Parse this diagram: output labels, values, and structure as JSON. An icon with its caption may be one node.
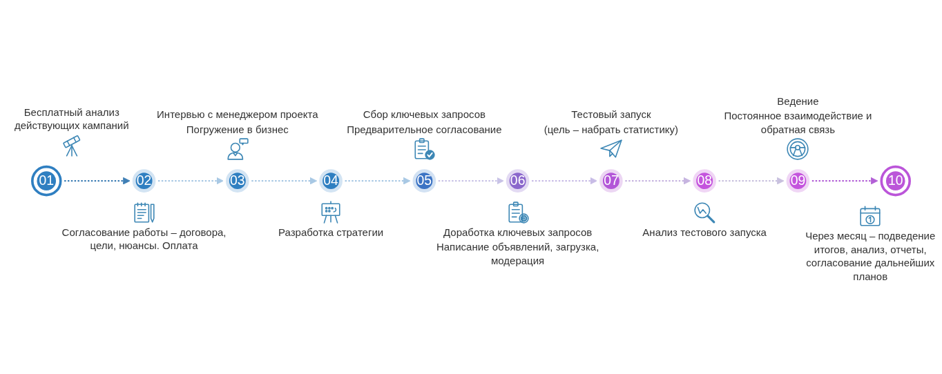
{
  "diagram": {
    "nodes": [
      {
        "text": [
          "01"
        ],
        "beside": [
          "Бесплатный анализ действующих кампаний"
        ]
      },
      {
        "text": [
          "02"
        ],
        "beside": [
          "Согласование работы – договора, цели, нюансы. Оплата"
        ]
      },
      {
        "text": [
          "03"
        ],
        "beside": [
          "Интервью с менеджером проекта",
          "Погружение в бизнес"
        ]
      },
      {
        "text": [
          "04"
        ],
        "beside": [
          "Разработка стратегии"
        ]
      },
      {
        "text": [
          "05"
        ],
        "beside": [
          "Сбор ключевых запросов",
          "Предварительное согласование"
        ]
      },
      {
        "text": [
          "06"
        ],
        "beside": [
          "Доработка ключевых запросов",
          "Написание объявлений, загрузка, модерация"
        ]
      },
      {
        "text": [
          "07"
        ],
        "beside": [
          "Тестовый запуск",
          "(цель – набрать статистику)"
        ]
      },
      {
        "text": [
          "08"
        ],
        "beside": [
          "Анализ тестового запуска"
        ]
      },
      {
        "text": [
          "09"
        ],
        "beside": [
          "Ведение",
          "Постоянное взаимодействие и обратная связь"
        ]
      },
      {
        "text": [
          "10"
        ],
        "beside": [
          "Через месяц – подведение итогов, анализ, отчеты, согласование дальнейших планов"
        ]
      }
    ],
    "edges": [
      {
        "from": 0,
        "to": 1,
        "arrow": "to",
        "style": "dashed",
        "color": "#3f7fb5"
      },
      {
        "from": 1,
        "to": 2,
        "arrow": "to",
        "style": "dashed",
        "color": "#a8c8e4"
      },
      {
        "from": 2,
        "to": 3,
        "arrow": "to",
        "style": "dashed",
        "color": "#a8c8e4"
      },
      {
        "from": 3,
        "to": 4,
        "arrow": "to",
        "style": "dashed",
        "color": "#a8c8e4"
      },
      {
        "from": 4,
        "to": 5,
        "arrow": "to",
        "style": "dashed",
        "color": "#c8c2e6"
      },
      {
        "from": 5,
        "to": 6,
        "arrow": "to",
        "style": "dashed",
        "color": "#c8bce6"
      },
      {
        "from": 6,
        "to": 7,
        "arrow": "to",
        "style": "dashed",
        "color": "#c6b4e0"
      },
      {
        "from": 7,
        "to": 8,
        "arrow": "to",
        "style": "dashed",
        "color": "#c8c0de"
      },
      {
        "from": 8,
        "to": 9,
        "arrow": "to",
        "style": "dashed",
        "color": "#b25fd6"
      }
    ]
  }
}
